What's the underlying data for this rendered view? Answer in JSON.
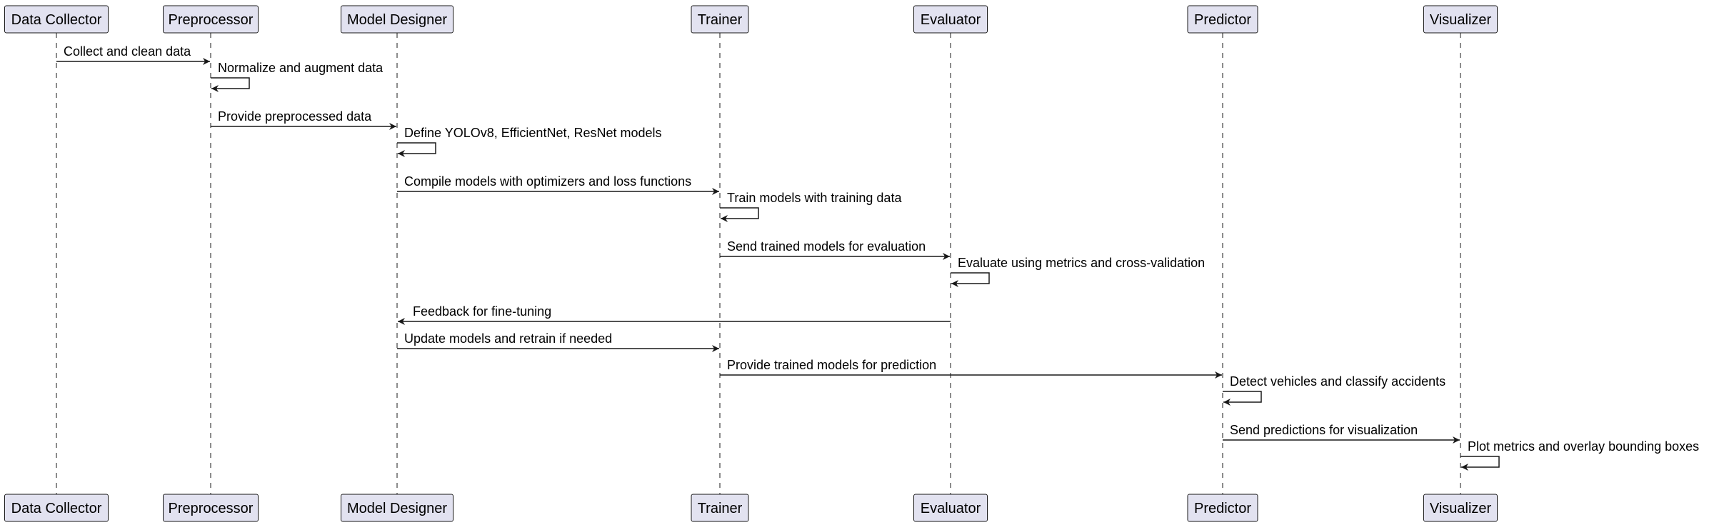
{
  "participants": [
    {
      "id": "p1",
      "label": "Data Collector"
    },
    {
      "id": "p2",
      "label": "Preprocessor"
    },
    {
      "id": "p3",
      "label": "Model Designer"
    },
    {
      "id": "p4",
      "label": "Trainer"
    },
    {
      "id": "p5",
      "label": "Evaluator"
    },
    {
      "id": "p6",
      "label": "Predictor"
    },
    {
      "id": "p7",
      "label": "Visualizer"
    }
  ],
  "messages": [
    {
      "from": "p1",
      "to": "p1",
      "label": "Collect and clean data",
      "self": false,
      "to_id": "p2"
    },
    {
      "from": "p2",
      "to": "p2",
      "label": "Normalize and augment data",
      "self": true
    },
    {
      "from": "p2",
      "to": "p3",
      "label": "Provide preprocessed data",
      "self": false
    },
    {
      "from": "p3",
      "to": "p3",
      "label": "Define YOLOv8, EfficientNet, ResNet models",
      "self": true
    },
    {
      "from": "p3",
      "to": "p4",
      "label": "Compile models with optimizers and loss functions",
      "self": false
    },
    {
      "from": "p4",
      "to": "p4",
      "label": "Train models with training data",
      "self": true
    },
    {
      "from": "p4",
      "to": "p5",
      "label": "Send trained models for evaluation",
      "self": false
    },
    {
      "from": "p5",
      "to": "p5",
      "label": "Evaluate using metrics and cross-validation",
      "self": true
    },
    {
      "from": "p5",
      "to": "p3",
      "label": "Feedback for fine-tuning",
      "self": false
    },
    {
      "from": "p3",
      "to": "p4",
      "label": "Update models and retrain if needed",
      "self": false
    },
    {
      "from": "p4",
      "to": "p6",
      "label": "Provide trained models for prediction",
      "self": false
    },
    {
      "from": "p6",
      "to": "p6",
      "label": "Detect vehicles and classify accidents",
      "self": true
    },
    {
      "from": "p6",
      "to": "p7",
      "label": "Send predictions for visualization",
      "self": false
    },
    {
      "from": "p7",
      "to": "p7",
      "label": "Plot metrics and overlay bounding boxes",
      "self": true
    }
  ]
}
